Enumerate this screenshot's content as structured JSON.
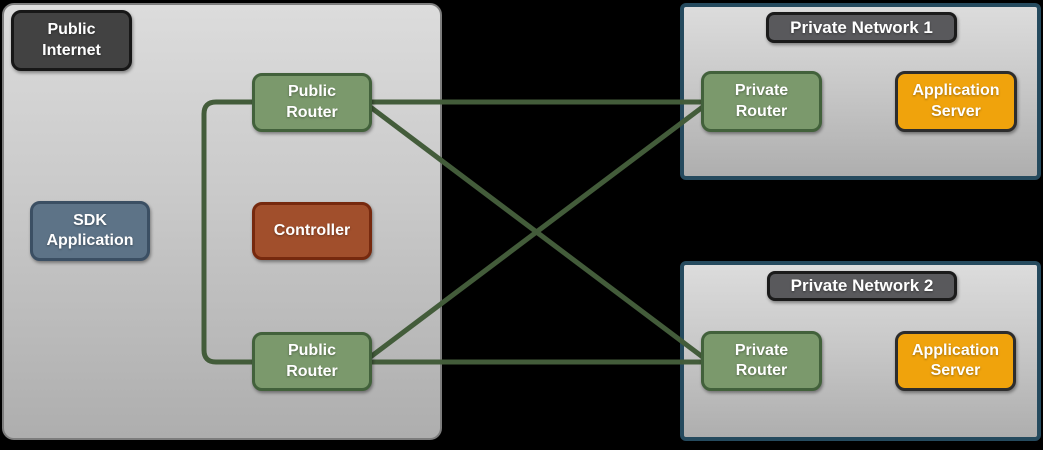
{
  "colors": {
    "background": "#000000",
    "zone_fill_top": "#dcdcdc",
    "zone_fill_bottom": "#aeaeae",
    "public_zone_border": "#7d7d7d",
    "private_zone_border": "#254a5e",
    "dark_label_fill": "#424242",
    "network_tag_fill": "#59595c",
    "router_fill": "#7b996c",
    "router_border": "#42613b",
    "sdk_fill": "#5d7387",
    "controller_fill": "#a14f2c",
    "server_fill": "#f0a30c",
    "link_color": "#435c3a"
  },
  "zones": {
    "public_internet": {
      "label": "Public Internet",
      "nodes": {
        "sdk_application": {
          "label": "SDK Application"
        },
        "controller": {
          "label": "Controller"
        },
        "public_router_top": {
          "label": "Public Router"
        },
        "public_router_bottom": {
          "label": "Public Router"
        }
      }
    },
    "private_network_1": {
      "label": "Private Network 1",
      "nodes": {
        "private_router": {
          "label": "Private Router"
        },
        "application_server": {
          "label": "Application Server"
        }
      }
    },
    "private_network_2": {
      "label": "Private Network 2",
      "nodes": {
        "private_router": {
          "label": "Private Router"
        },
        "application_server": {
          "label": "Application Server"
        }
      }
    }
  },
  "connections": [
    {
      "from": "public-router-top",
      "to": "public-router-bottom",
      "type": "bracket"
    },
    {
      "from": "public-router-top",
      "to": "private-router-1",
      "type": "direct"
    },
    {
      "from": "public-router-top",
      "to": "private-router-2",
      "type": "direct"
    },
    {
      "from": "public-router-bottom",
      "to": "private-router-1",
      "type": "direct"
    },
    {
      "from": "public-router-bottom",
      "to": "private-router-2",
      "type": "direct"
    }
  ]
}
